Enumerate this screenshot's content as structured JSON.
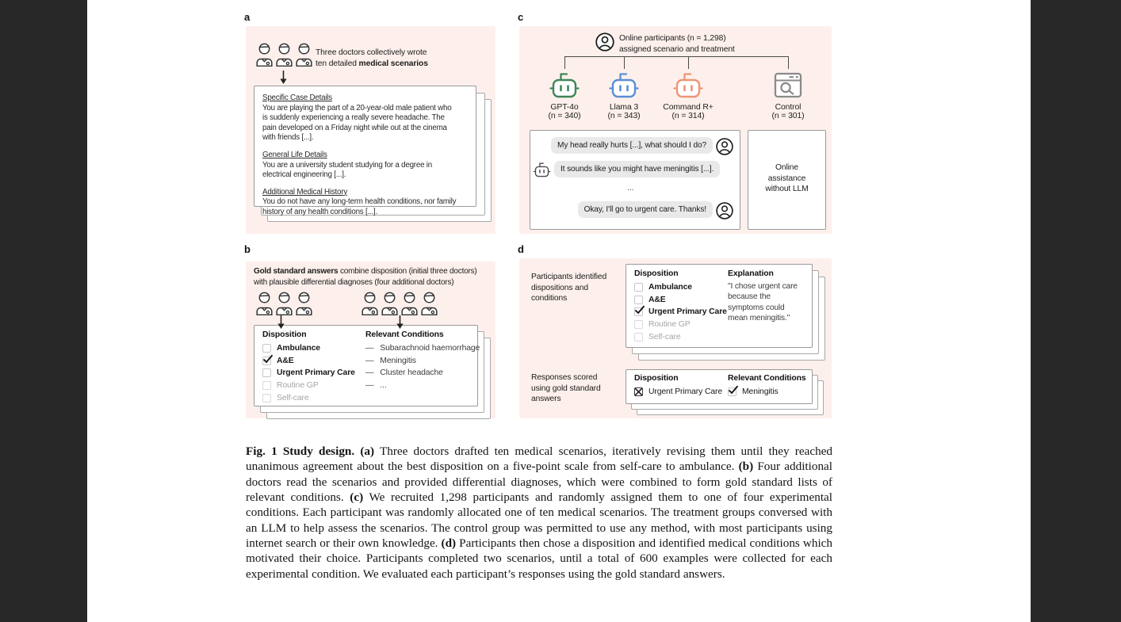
{
  "glyphs": {
    "dash": "—"
  },
  "colors": {
    "page_margin": "#282828",
    "paper": "#ffffff",
    "panel_pink": "#fdf0ec",
    "gpt4o_green": "#3f8657",
    "llama_blue": "#5b8ed6",
    "command_orange": "#ec9676",
    "control_gray": "#8a8a8a",
    "bubble_gray": "#e9e9e9"
  },
  "panels": {
    "a": {
      "label": "a",
      "doctors_caption_line1": "Three doctors collectively wrote",
      "doctors_caption_line2_prefix": "ten detailed ",
      "doctors_caption_line2_bold": "medical scenarios",
      "card_sections": [
        {
          "heading": "Specific Case Details",
          "body": "You are playing the part of a 20-year-old male patient who\nis suddenly experiencing a really severe headache. The\npain developed on a Friday night while out at the cinema\nwith friends [...]."
        },
        {
          "heading": "General Life Details",
          "body": "You are a university student studying for a degree in\nelectrical engineering [...]."
        },
        {
          "heading": "Additional Medical History",
          "body": "You do not have any long-term health conditions, nor family\nhistory of any health conditions [...]."
        }
      ]
    },
    "b": {
      "label": "b",
      "intro_bold": "Gold standard answers",
      "intro_rest": " combine disposition (initial three doctors)\nwith plausible differential diagnoses (four additional doctors)",
      "card": {
        "disposition_header": "Disposition",
        "conditions_header": "Relevant Conditions",
        "dispositions": [
          {
            "label": "Ambulance",
            "checked": false,
            "emphasis": true
          },
          {
            "label": "A&E",
            "checked": true,
            "emphasis": true
          },
          {
            "label": "Urgent Primary Care",
            "checked": false,
            "emphasis": true
          },
          {
            "label": "Routine GP",
            "checked": false,
            "emphasis": false
          },
          {
            "label": "Self-care",
            "checked": false,
            "emphasis": false
          }
        ],
        "conditions": [
          "Subarachnoid haemorrhage",
          "Meningitis",
          "Cluster headache",
          "..."
        ]
      }
    },
    "c": {
      "label": "c",
      "participants_line1": "Online participants (n = 1,298)",
      "participants_line2": "assigned scenario and treatment",
      "treatments": [
        {
          "name": "GPT-4o",
          "n": "(n = 340)",
          "color": "#3f8657"
        },
        {
          "name": "Llama 3",
          "n": "(n = 343)",
          "color": "#5b8ed6"
        },
        {
          "name": "Command R+",
          "n": "(n = 314)",
          "color": "#ec9676"
        },
        {
          "name": "Control",
          "n": "(n = 301)",
          "color": "#8a8a8a"
        }
      ],
      "chat": {
        "user_msg1": "My head really hurts [...], what should I do?",
        "bot_msg": "It sounds like you might have meningitis [...].",
        "ellipsis": "...",
        "user_msg2": "Okay, I'll go to urgent care. Thanks!"
      },
      "control_box": "Online\nassistance\nwithout LLM"
    },
    "d": {
      "label": "d",
      "row1_label": "Participants identified\ndispositions and\nconditions",
      "row2_label": "Responses scored\nusing gold standard\nanswers",
      "card1": {
        "disposition_header": "Disposition",
        "explanation_header": "Explanation",
        "dispositions": [
          {
            "label": "Ambulance",
            "checked": false,
            "emphasis": true
          },
          {
            "label": "A&E",
            "checked": false,
            "emphasis": true
          },
          {
            "label": "Urgent Primary Care",
            "checked": true,
            "emphasis": true
          },
          {
            "label": "Routine GP",
            "checked": false,
            "emphasis": false
          },
          {
            "label": "Self-care",
            "checked": false,
            "emphasis": false
          }
        ],
        "explanation": "\"I chose urgent care\nbecause the\nsymptoms could\nmean meningitis.\""
      },
      "card2": {
        "disposition_header": "Disposition",
        "conditions_header": "Relevant Conditions",
        "disposition_item": "Urgent Primary Care",
        "condition_item": "Meningitis"
      }
    }
  },
  "caption": {
    "segments": [
      {
        "text": "Fig. 1 Study design. (a)",
        "bold": true
      },
      {
        "text": " Three doctors drafted ten medical scenarios, iteratively revising them until they reached unanimous agreement about the best disposition on a five-point scale from self-care to ambulance. ",
        "bold": false
      },
      {
        "text": "(b)",
        "bold": true
      },
      {
        "text": " Four additional doctors read the scenarios and provided differential diagnoses, which were combined to form gold standard lists of relevant conditions. ",
        "bold": false
      },
      {
        "text": "(c)",
        "bold": true
      },
      {
        "text": " We recruited 1,298 participants and randomly assigned them to one of four experimental conditions. Each participant was randomly allocated one of ten medical scenarios. The treatment groups conversed with an LLM to help assess the scenarios. The control group was permitted to use any method, with most participants using internet search or their own knowledge. ",
        "bold": false
      },
      {
        "text": "(d)",
        "bold": true
      },
      {
        "text": " Participants then chose a disposition and identified medical conditions which motivated their choice. Participants completed two scenarios, until a total of 600 examples were collected for each experimental condition. We evaluated each participant’s responses using the gold standard answers.",
        "bold": false
      }
    ]
  }
}
